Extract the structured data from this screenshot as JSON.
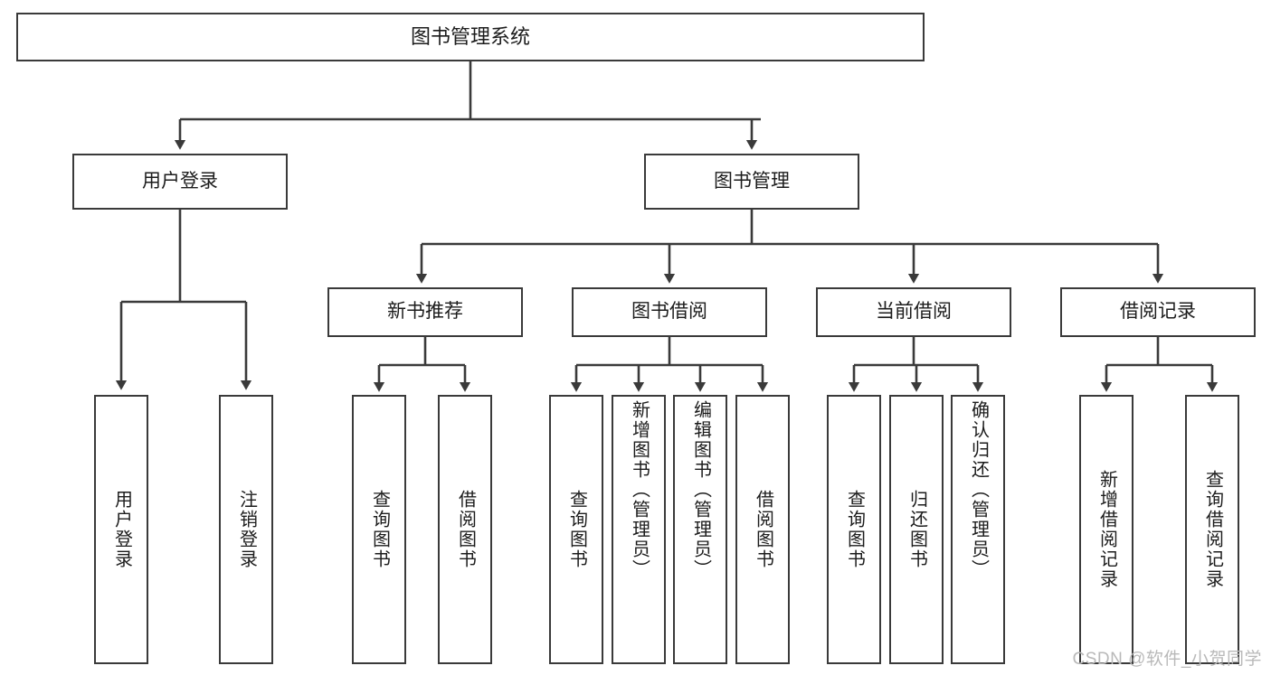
{
  "diagram": {
    "title": "图书管理系统",
    "watermark": "CSDN @软件_小贺同学",
    "root": {
      "label": "图书管理系统"
    },
    "level2": [
      {
        "label": "用户登录"
      },
      {
        "label": "图书管理"
      }
    ],
    "level3": [
      {
        "label": "新书推荐"
      },
      {
        "label": "图书借阅"
      },
      {
        "label": "当前借阅"
      },
      {
        "label": "借阅记录"
      }
    ],
    "leaves": [
      {
        "label": "用户登录"
      },
      {
        "label": "注销登录"
      },
      {
        "label": "查询图书"
      },
      {
        "label": "借阅图书"
      },
      {
        "label": "查询图书"
      },
      {
        "label": "新增图书（管理员）"
      },
      {
        "label": "编辑图书（管理员）"
      },
      {
        "label": "借阅图书"
      },
      {
        "label": "查询图书"
      },
      {
        "label": "归还图书"
      },
      {
        "label": "确认归还（管理员）"
      },
      {
        "label": "新增借阅记录"
      },
      {
        "label": "查询借阅记录"
      }
    ],
    "colors": {
      "box_border": "#3a3a3a",
      "line": "#3a3a3a",
      "text": "#1c1c1c",
      "background": "#ffffff",
      "watermark": "#b9b9b9"
    }
  }
}
